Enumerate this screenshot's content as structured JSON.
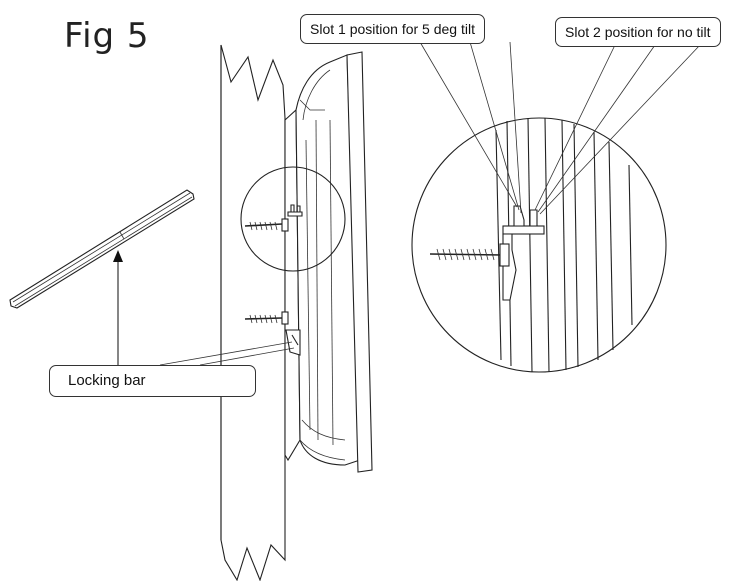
{
  "figure": {
    "title": "Fig 5",
    "callouts": {
      "slot1": "Slot 1 position for 5 deg tilt",
      "slot2": "Slot 2 position for no tilt",
      "locking_bar": "Locking bar"
    }
  }
}
